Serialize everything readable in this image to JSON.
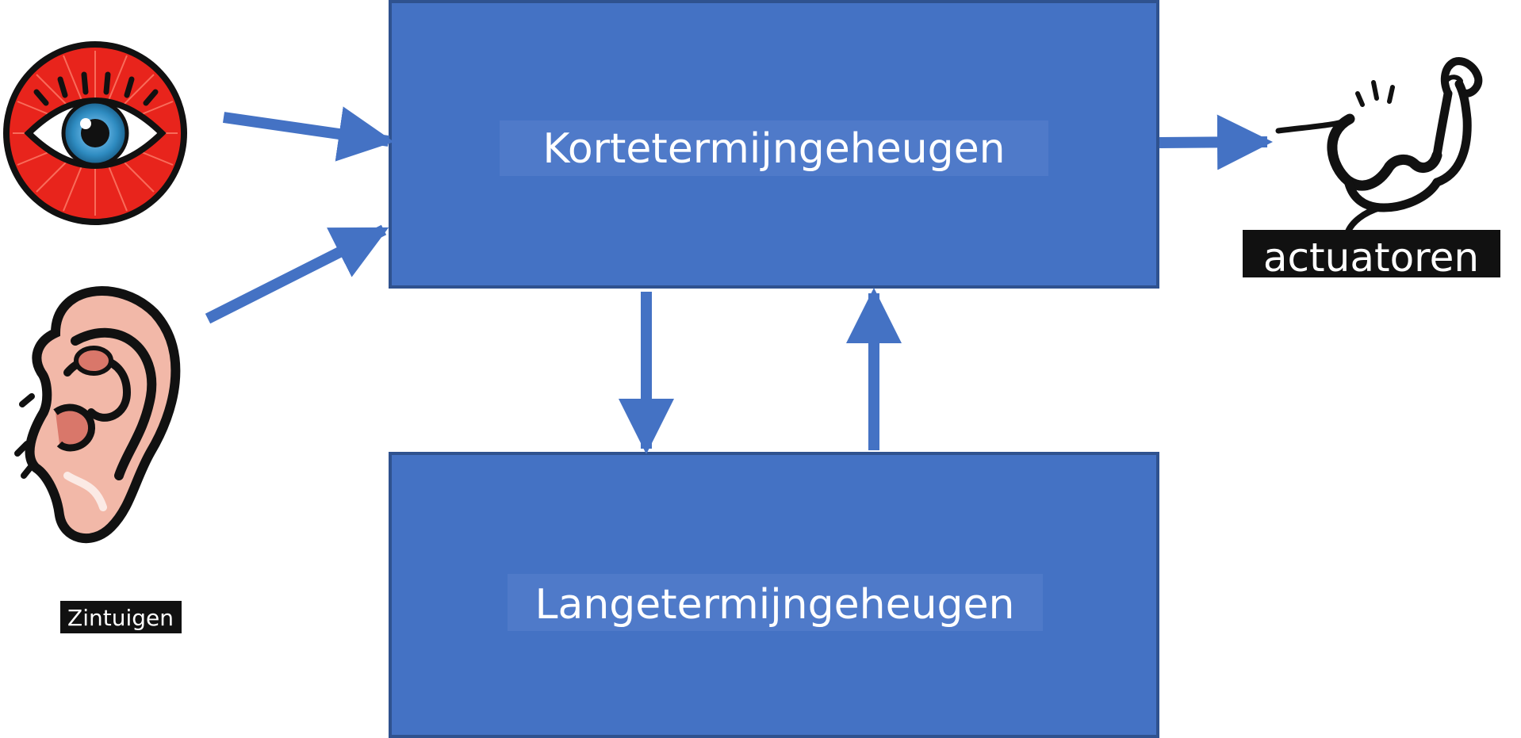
{
  "boxes": {
    "short_term": {
      "label": "Kortetermijngeheugen"
    },
    "long_term": {
      "label": "Langetermijngeheugen"
    }
  },
  "senses": {
    "label": "Zintuigen",
    "icons": [
      "eye-icon",
      "ear-icon"
    ]
  },
  "actuators": {
    "label": "actuatoren",
    "icon": "flexed-arm-icon"
  },
  "colors": {
    "box_fill": "#4472C4",
    "box_border": "#2F528F",
    "arrow": "#4472C4",
    "label_background": "#111111",
    "box_label_highlight": "#5A82CD",
    "eye_red": "#E8241C",
    "iris_blue": "#2E8BC0",
    "ear_skin": "#F2B8A8"
  }
}
